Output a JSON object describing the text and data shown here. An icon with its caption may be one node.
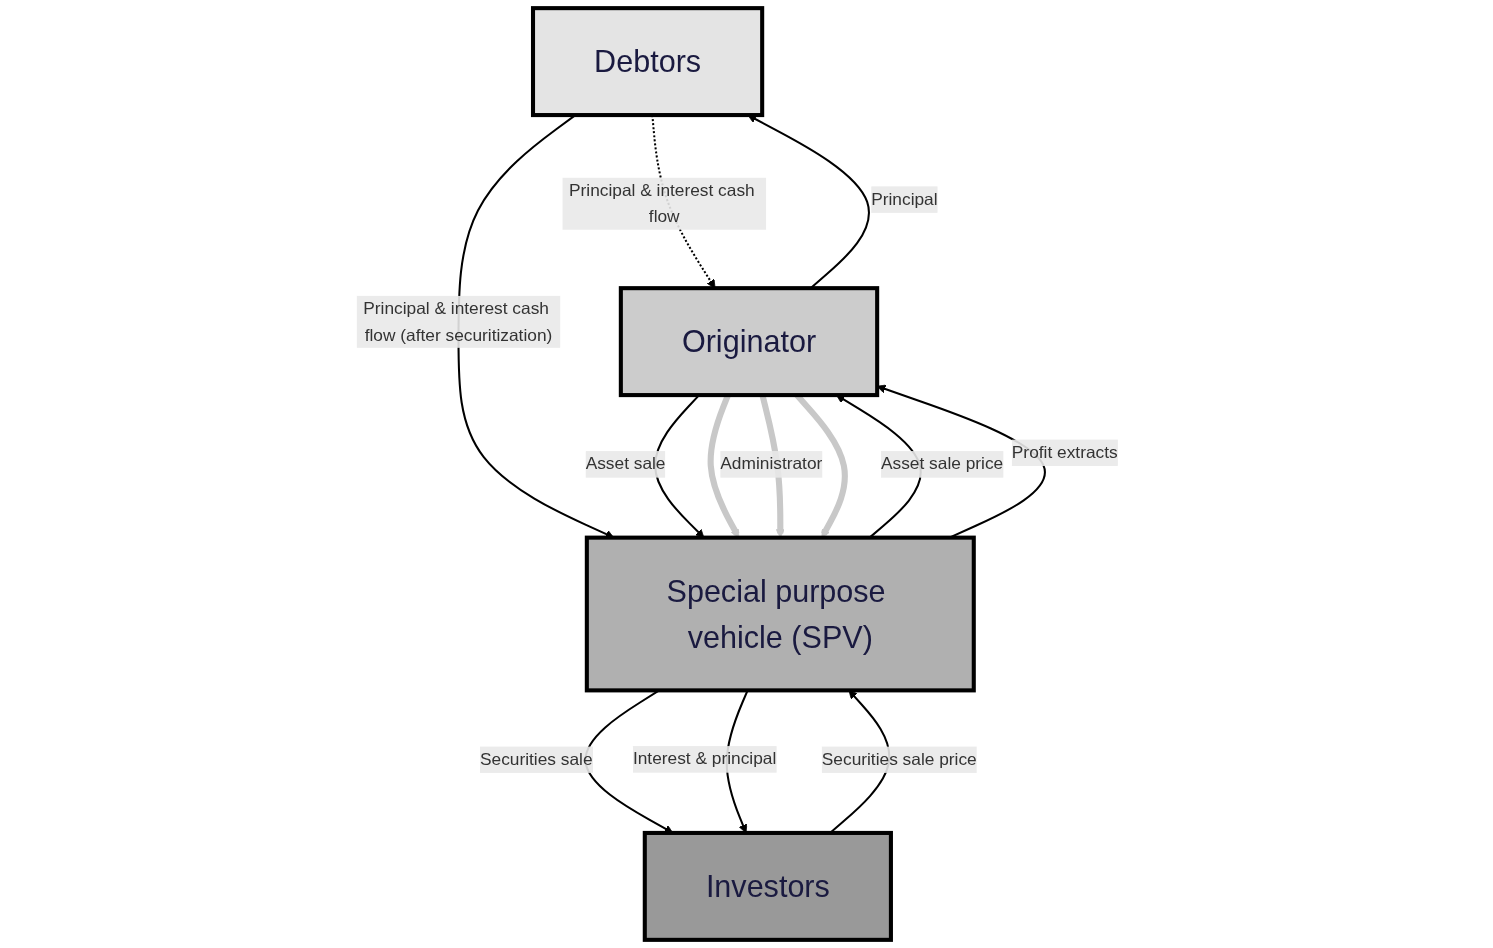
{
  "diagram": {
    "nodes": [
      {
        "text": [
          "Debtors"
        ]
      },
      {
        "text": [
          "Originator"
        ]
      },
      {
        "text": [
          "Special purpose vehicle (SPV)"
        ]
      },
      {
        "text": [
          "Investors"
        ]
      }
    ],
    "edges": [
      {
        "from": 0,
        "to": 1,
        "arrow": "to",
        "label": "Principal & interest cash flow",
        "style": "dashed"
      },
      {
        "from": 1,
        "to": 0,
        "arrow": "to",
        "label": "Principal"
      },
      {
        "from": 0,
        "to": 2,
        "arrow": "to",
        "label": "Principal & interest cash flow (after securitization)"
      },
      {
        "from": 1,
        "to": 2,
        "arrow": "to",
        "label": "Asset sale"
      },
      {
        "from": 1,
        "to": 2,
        "arrow": "to",
        "style": "thick",
        "color": "#c8c8c8"
      },
      {
        "from": 1,
        "to": 2,
        "arrow": "to",
        "label": "Administrator",
        "style": "thick",
        "color": "#c8c8c8"
      },
      {
        "from": 1,
        "to": 2,
        "arrow": "to",
        "style": "thick",
        "color": "#c8c8c8"
      },
      {
        "from": 2,
        "to": 1,
        "arrow": "to",
        "label": "Asset sale price"
      },
      {
        "from": 2,
        "to": 1,
        "arrow": "to",
        "label": "Profit extracts"
      },
      {
        "from": 2,
        "to": 3,
        "arrow": "to",
        "label": "Securities sale"
      },
      {
        "from": 2,
        "to": 3,
        "arrow": "to",
        "label": "Interest & principal"
      },
      {
        "from": 3,
        "to": 2,
        "arrow": "to",
        "label": "Securities sale price"
      }
    ]
  }
}
